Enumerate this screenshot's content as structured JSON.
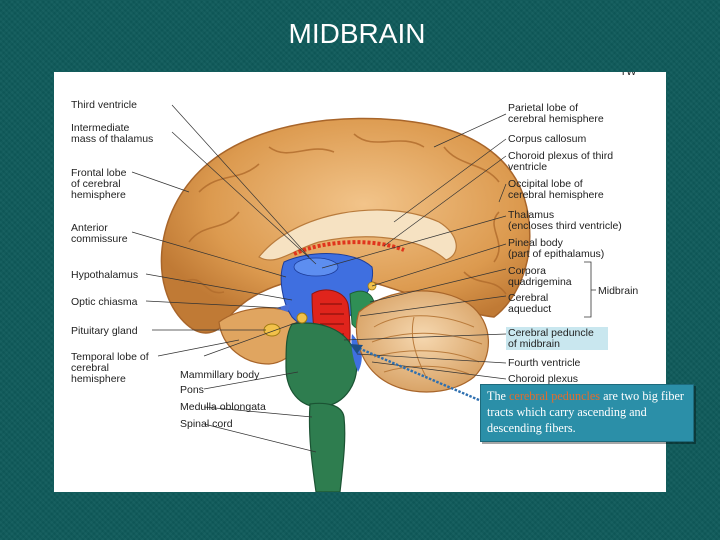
{
  "slide": {
    "title": "MIDBRAIN"
  },
  "diagram": {
    "corner_text": "TW",
    "labels_left": [
      "Third ventricle",
      "Intermediate",
      "mass of thalamus",
      "Frontal lobe",
      "of cerebral",
      "hemisphere",
      "Anterior",
      "commissure",
      "Hypothalamus",
      "Optic chiasma",
      "Pituitary gland",
      "Temporal lobe of",
      "cerebral",
      "hemisphere"
    ],
    "labels_bottom": [
      "Mammillary body",
      "Pons",
      "Medulla oblongata",
      "Spinal cord"
    ],
    "labels_right": [
      "Parietal lobe of",
      "cerebral hemisphere",
      "Corpus callosum",
      "Choroid plexus of third",
      "ventricle",
      "Occipital lobe of",
      "cerebral hemisphere",
      "Thalamus",
      "(encloses third ventricle)",
      "Pineal body",
      "(part of epithalamus)",
      "Corpora",
      "quadrigemina",
      "Cerebral",
      "aqueduct",
      "Cerebral peduncle",
      "of midbrain",
      "Fourth ventricle",
      "Choroid plexus"
    ],
    "group_label": "Midbrain"
  },
  "callout": {
    "before": "The ",
    "highlight": "cerebral peduncles",
    "after": " are two big fiber tracts which carry ascending and descending  fibers."
  },
  "colors": {
    "background": "#0e5a5a",
    "cortex": "#d9903f",
    "midbrain_peduncle": "#e0241c",
    "brainstem": "#2e7d4f",
    "ventricle": "#2f5fd0",
    "callout_box": "#2b8fa8",
    "highlight_text": "#e26d2e"
  }
}
